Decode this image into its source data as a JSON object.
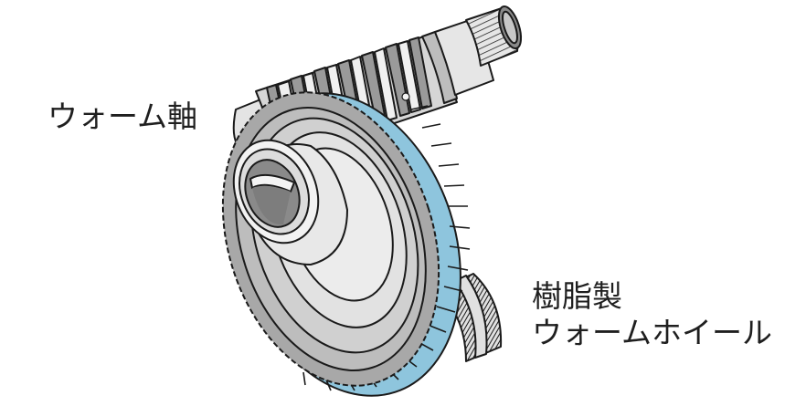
{
  "diagram": {
    "labels": {
      "worm_shaft": "ウォーム軸",
      "worm_wheel_line1": "樹脂製",
      "worm_wheel_line2": "ウォームホイール"
    },
    "colors": {
      "outline": "#1a1a1a",
      "light_gray": "#e4e4e4",
      "mid_gray": "#bdbdbd",
      "dark_gray": "#9a9a9a",
      "darker_gray": "#7d7d7d",
      "resin_teeth_blue": "#8ec5dd",
      "background": "#ffffff"
    },
    "components": [
      {
        "name": "worm-shaft",
        "label_ref": "worm_shaft"
      },
      {
        "name": "resin-worm-wheel",
        "label_ref": "worm_wheel"
      }
    ]
  }
}
